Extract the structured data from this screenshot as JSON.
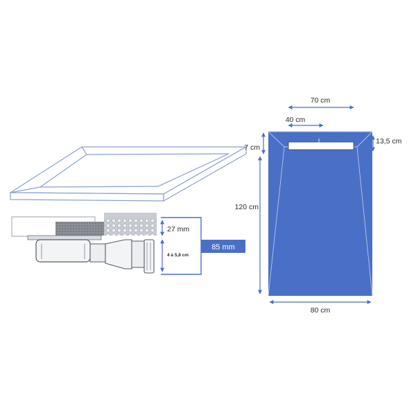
{
  "colors": {
    "tray_blue": "#4a6fc7",
    "dimension_line": "#4a6fc7",
    "outline": "#8aa0cf",
    "badge_bg": "#4a6fc7",
    "text": "#2b2b2b"
  },
  "drain_section": {
    "height_label": "27 mm",
    "range_label": "4 à 5,8 cm",
    "total_label": "85 mm"
  },
  "plan_view": {
    "top_width_label": "70 cm",
    "inner_width_label": "40 cm",
    "top_offset_label": "7 cm",
    "drain_width_label": "13,5 cm",
    "length_label": "120 cm",
    "bottom_width_label": "80 cm"
  }
}
